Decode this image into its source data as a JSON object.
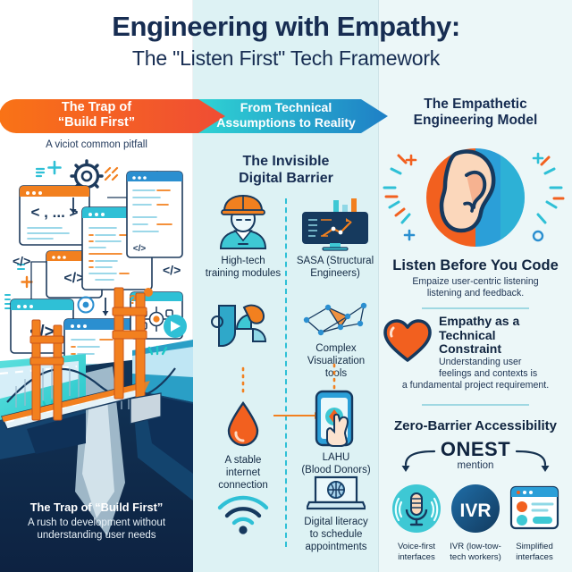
{
  "header": {
    "title": "Engineering with Empathy:",
    "subtitle": "The \"Listen First\" Tech Framework"
  },
  "ribbon": {
    "steps": [
      {
        "label": "The Trap of\n“Build First”",
        "line1": "The Trap of",
        "line2": "“Build First”",
        "color_from": "#F97316",
        "color_to": "#EF4A36"
      },
      {
        "line1": "From Technical",
        "line2": "Assumptions to Reality",
        "color_from": "#2FD3D3",
        "color_to": "#1E7FC6"
      },
      {
        "line1": "The Empathetic",
        "line2": "Engineering Model",
        "color": "#10243F"
      }
    ]
  },
  "left_column": {
    "banner_line1": "The Trap of",
    "banner_line2": "“Build First”",
    "kicker": "A viciot common pitfall",
    "footer_title": "The Trap of “Build First”",
    "footer_line1": "A rush to development without",
    "footer_line2": "understanding user needs",
    "code_glyphs": [
      "< , … >",
      "</>",
      "</>",
      "</>",
      "</>"
    ]
  },
  "mid_column": {
    "title_line1": "The Invisible",
    "title_line2": "Digital Barrier",
    "items": [
      {
        "id": "hardhat",
        "icon": "hard-hat-worker-icon",
        "caption_line1": "High-tech",
        "caption_line2": "training modules"
      },
      {
        "id": "dashboard",
        "icon": "analytics-dashboard-icon",
        "caption_line1": "SASA (Structural",
        "caption_line2": "Engineers)"
      },
      {
        "id": "shapes",
        "icon": "abstract-shapes-icon",
        "caption_line1": "",
        "caption_line2": ""
      },
      {
        "id": "network",
        "icon": "network-graph-icon",
        "caption_line1": "Complex",
        "caption_line2": "Visualization",
        "caption_line3": "tools"
      },
      {
        "id": "blooddrop",
        "icon": "blood-drop-icon",
        "caption_line1": "A stable",
        "caption_line2": "internet",
        "caption_line3": "connection"
      },
      {
        "id": "phone",
        "icon": "smartphone-tap-icon",
        "caption_line1": "LAHU",
        "caption_line2": "(Blood Donors)"
      },
      {
        "id": "wifi",
        "icon": "wifi-icon",
        "caption_line1": "",
        "caption_line2": ""
      },
      {
        "id": "laptop",
        "icon": "laptop-globe-icon",
        "caption_line1": "Digital literacy",
        "caption_line2": "to schedule",
        "caption_line3": "appointments"
      }
    ]
  },
  "right_column": {
    "title_line1": "The Empathetic",
    "title_line2": "Engineering Model",
    "ear_icon": "ear-listening-icon",
    "listen": {
      "heading": "Listen Before You Code",
      "line1": "Empaize user-centric listening",
      "line2": "listening and feedback."
    },
    "empathy": {
      "icon": "heart-icon",
      "heading_line1": "Empathy as a",
      "heading_line2": "Technical",
      "heading_line3": "Constraint",
      "body_line1": "Understanding user",
      "body_line2": "feelings and contexts is",
      "body_line3": "a fundamental project requirement."
    },
    "accessibility": {
      "heading": "Zero-Barrier Accessibility",
      "badge": "ONEST",
      "badge_sub": "mention",
      "items": [
        {
          "icon": "microphone-icon",
          "label_line1": "Voice-first",
          "label_line2": "interfaces"
        },
        {
          "icon": "ivr-circle-icon",
          "label": "IVR",
          "label_line1": "IVR (low-tow-",
          "label_line2": "tech workers)"
        },
        {
          "icon": "simplified-window-icon",
          "label_line1": "Simplified",
          "label_line2": "interfaces"
        }
      ]
    }
  },
  "palette": {
    "navy": "#10243F",
    "orange": "#F26A21",
    "orange_deep": "#EF4A36",
    "teal": "#2FC0D6",
    "blue": "#1E7FC6",
    "cyan_bg": "#DDF2F4",
    "pale_bg": "#ECF7F8"
  }
}
